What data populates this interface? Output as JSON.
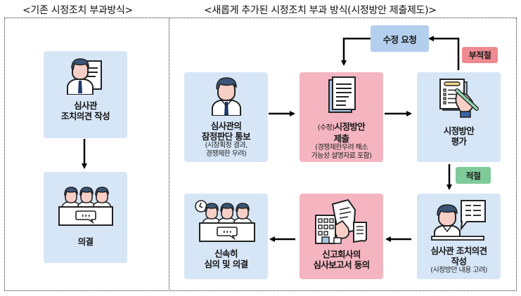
{
  "headings": {
    "left": "<기존 시정조치 부과방식>",
    "right": "<새롭게 추가된 시정조치 부과 방식(시정방안 제출제도)>"
  },
  "legacy_flow": {
    "step1": {
      "title_line1": "심사관",
      "title_line2": "조치의견 작성",
      "icon": "examiner-document-icon"
    },
    "step2": {
      "title": "의결",
      "icon": "committee-discussion-icon"
    }
  },
  "new_flow": {
    "notice": {
      "title_line1": "심사관의",
      "title_line2": "잠정판단 통보",
      "sub_line1": "(시장획정 결과,",
      "sub_line2": "경쟁제한 우려)",
      "icon": "examiner-icon"
    },
    "submission": {
      "prefix": "(수정)",
      "title_line1": "시정방안",
      "title_line2": "제출",
      "sub_line1": "(경쟁제한우려 해소",
      "sub_line2": "가능성 설명자료 포함)",
      "icon": "document-stack-icon"
    },
    "evaluation": {
      "title_line1": "시정방안",
      "title_line2": "평가",
      "icon": "checklist-writing-icon"
    },
    "revision_request": {
      "label": "수정 요청"
    },
    "inappropriate_badge": {
      "label": "부적절"
    },
    "appropriate_badge": {
      "label": "적절"
    },
    "examiner_opinion": {
      "title_line1": "심사관 조치의견",
      "title_line2": "작성",
      "sub": "(시정방안 내용 고려)",
      "icon": "examiner-speech-icon"
    },
    "company_consent": {
      "title_line1": "신고회사의",
      "title_line2": "심사보고서 동의",
      "icon": "company-report-icon"
    },
    "deliberation": {
      "title_line1": "신속히",
      "title_line2": "심의 및 의결",
      "icon": "fast-committee-icon"
    }
  },
  "colors": {
    "blue_card": "#d6e6f7",
    "pink_card": "#f4b5c1",
    "revision_box": "#b4cfee",
    "inappropriate": "#ee8a90",
    "appropriate": "#7fca99"
  }
}
